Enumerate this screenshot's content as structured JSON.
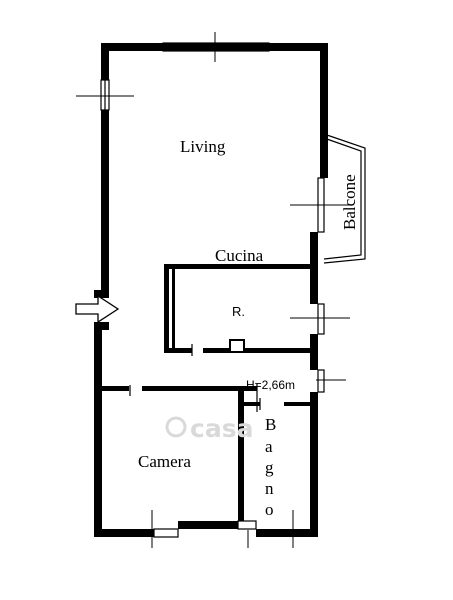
{
  "rooms": {
    "living": "Living",
    "cucina": "Cucina",
    "ripostiglio": "R.",
    "camera": "Camera",
    "balcone": "Balcone",
    "bagno_letters": [
      "B",
      "a",
      "g",
      "n",
      "o"
    ]
  },
  "height_note": "H=2,66m",
  "watermark": "casa",
  "colors": {
    "walls": "#000000",
    "background": "#ffffff",
    "watermark": "#d9d9d9"
  }
}
